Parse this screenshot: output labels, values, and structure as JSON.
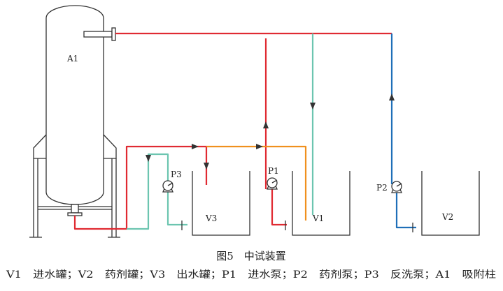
{
  "colors": {
    "red": "#e02a32",
    "orange": "#f0901e",
    "teal": "#6cc5b0",
    "blue": "#1f6fb8",
    "equipment": "#333333"
  },
  "labels": {
    "column": "A1",
    "tank_v1": "V1",
    "tank_v2": "V2",
    "tank_v3": "V3",
    "pump_p1": "P1",
    "pump_p2": "P2",
    "pump_p3": "P3"
  },
  "caption": "图5　中试装置",
  "legend": "V1　进水罐；V2　药剂罐；V3　出水罐；P1　进水泵；P2　药剂泵；P3　反洗泵；A1　吸附柱"
}
